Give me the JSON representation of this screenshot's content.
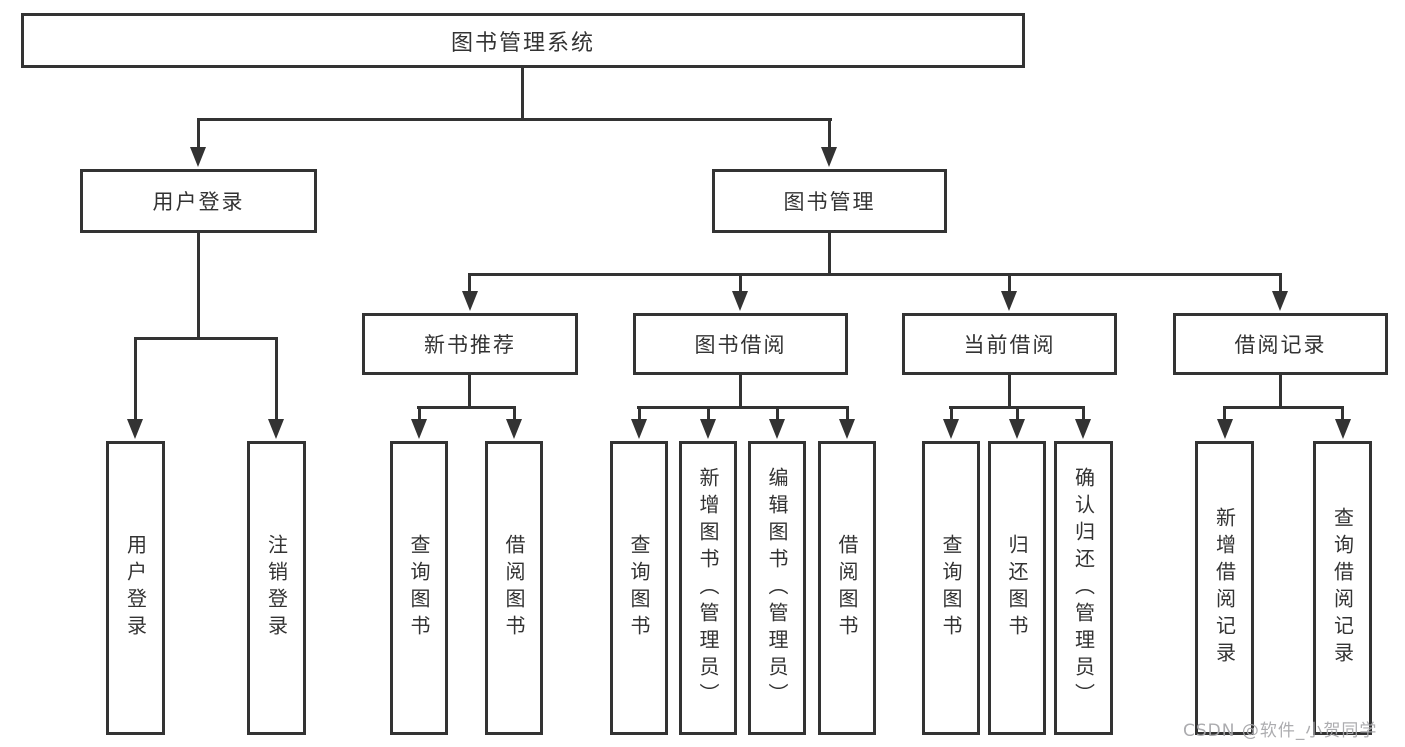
{
  "diagram": {
    "root": {
      "label": "图书管理系统"
    },
    "branches": [
      {
        "label": "用户登录",
        "children": [
          {
            "label": "用户登录"
          },
          {
            "label": "注销登录"
          }
        ]
      },
      {
        "label": "图书管理",
        "children": [
          {
            "label": "新书推荐",
            "children": [
              {
                "label": "查询图书"
              },
              {
                "label": "借阅图书"
              }
            ]
          },
          {
            "label": "图书借阅",
            "children": [
              {
                "label": "查询图书"
              },
              {
                "label": "新增图书（管理员）"
              },
              {
                "label": "编辑图书（管理员）"
              },
              {
                "label": "借阅图书"
              }
            ]
          },
          {
            "label": "当前借阅",
            "children": [
              {
                "label": "查询图书"
              },
              {
                "label": "归还图书"
              },
              {
                "label": "确认归还（管理员）"
              }
            ]
          },
          {
            "label": "借阅记录",
            "children": [
              {
                "label": "新增借阅记录"
              },
              {
                "label": "查询借阅记录"
              }
            ]
          }
        ]
      }
    ]
  },
  "watermark": {
    "text": "CSDN @软件_小贺同学"
  },
  "colors": {
    "line": "#333333",
    "text": "#333333",
    "watermark": "#a8a8ab",
    "background": "#ffffff"
  }
}
